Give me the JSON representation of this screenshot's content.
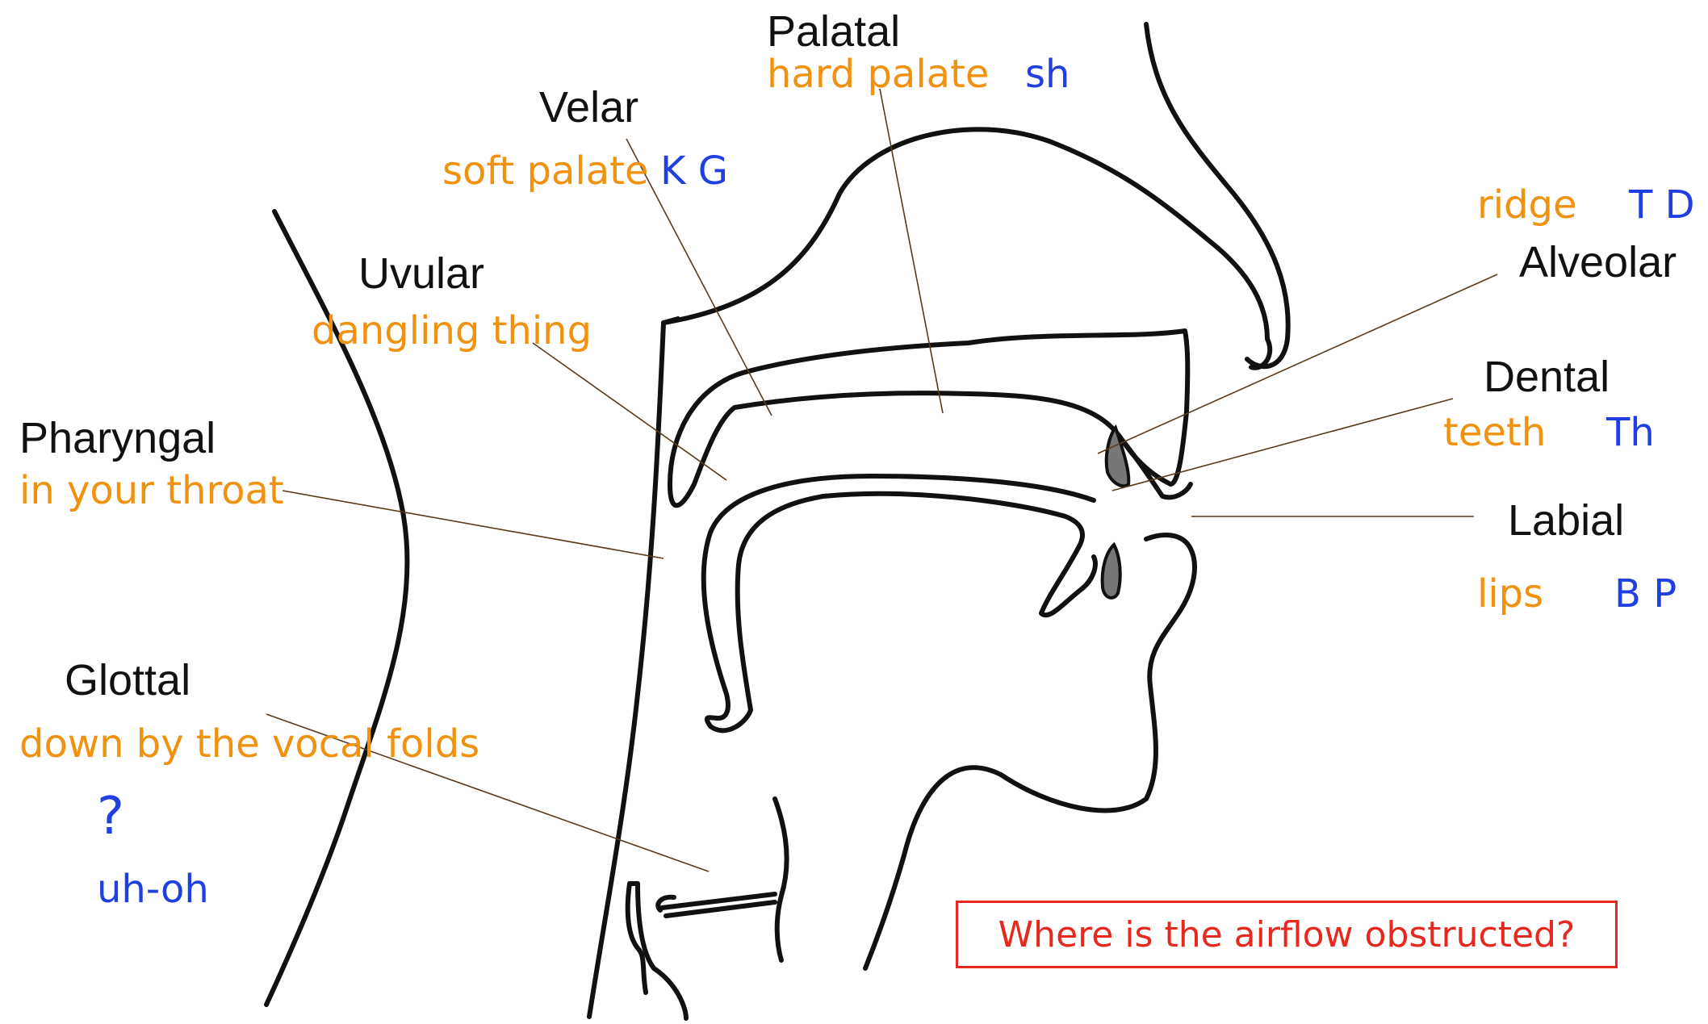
{
  "places": [
    {
      "id": "palatal",
      "term": "Palatal",
      "description": "hard palate",
      "example": "sh"
    },
    {
      "id": "velar",
      "term": "Velar",
      "description": "soft palate",
      "example": "K G"
    },
    {
      "id": "uvular",
      "term": "Uvular",
      "description": "dangling thing",
      "example": ""
    },
    {
      "id": "pharyngal",
      "term": "Pharyngal",
      "description": "in your throat",
      "example": ""
    },
    {
      "id": "glottal",
      "term": "Glottal",
      "description": "down by the vocal folds",
      "example": "?",
      "example2": "uh-oh"
    },
    {
      "id": "alveolar",
      "term": "Alveolar",
      "description": "ridge",
      "example": "T D"
    },
    {
      "id": "dental",
      "term": "Dental",
      "description": "teeth",
      "example": "Th"
    },
    {
      "id": "labial",
      "term": "Labial",
      "description": "lips",
      "example": "B P"
    }
  ],
  "question": "Where is the airflow obstructed?",
  "colors": {
    "term": "#111111",
    "description": "#f0920f",
    "example": "#1f3fe0",
    "question": "#e6281e",
    "outline": "#111111",
    "pointer": "#5a3a1a"
  }
}
